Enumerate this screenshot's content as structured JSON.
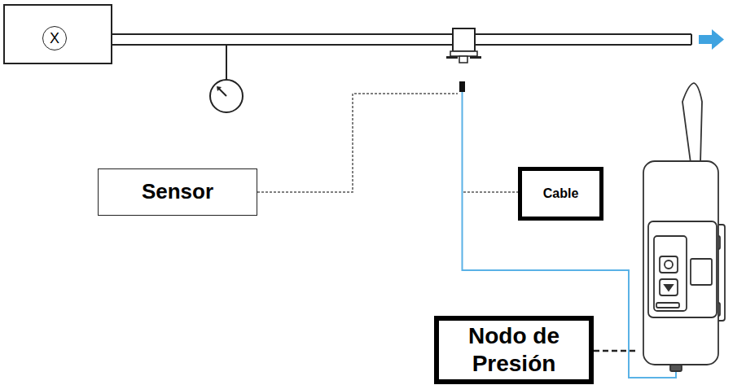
{
  "diagram": {
    "nodes": [
      {
        "text": [
          "X"
        ]
      },
      {
        "text": [
          "Sensor"
        ]
      },
      {
        "text": [
          "Cable"
        ]
      },
      {
        "text": [
          "Nodo de Presión"
        ]
      }
    ]
  }
}
